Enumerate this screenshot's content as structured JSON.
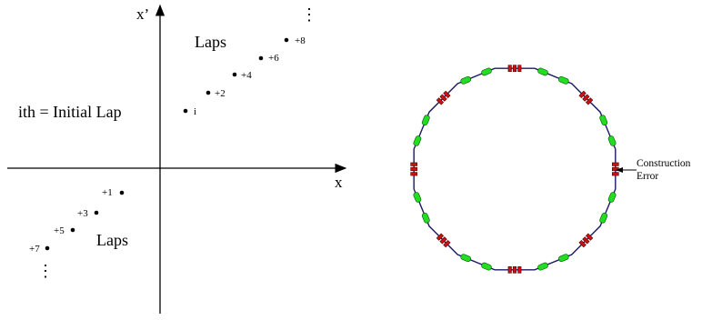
{
  "phase_space": {
    "axis_x_label": "x",
    "axis_y_label": "x’",
    "initial_lap_label": "ith = Initial Lap",
    "laps_label_upper": "Laps",
    "laps_label_lower": "Laps",
    "points_upper": [
      {
        "label": "i"
      },
      {
        "label": "+2"
      },
      {
        "label": "+4"
      },
      {
        "label": "+6"
      },
      {
        "label": "+8"
      }
    ],
    "points_lower": [
      {
        "label": "+1"
      },
      {
        "label": "+3"
      },
      {
        "label": "+5"
      },
      {
        "label": "+7"
      }
    ],
    "continuation_glyph": "⋮"
  },
  "ring": {
    "error_label_line1": "Construction",
    "error_label_line2": "Error",
    "colors": {
      "ring_line": "#1a1a66",
      "quadrupole": "#22dd22",
      "quadrupole_outline": "#005500",
      "dipole": "#cc1111",
      "dipole_outline": "#550000",
      "error_arrow": "#000000"
    }
  }
}
